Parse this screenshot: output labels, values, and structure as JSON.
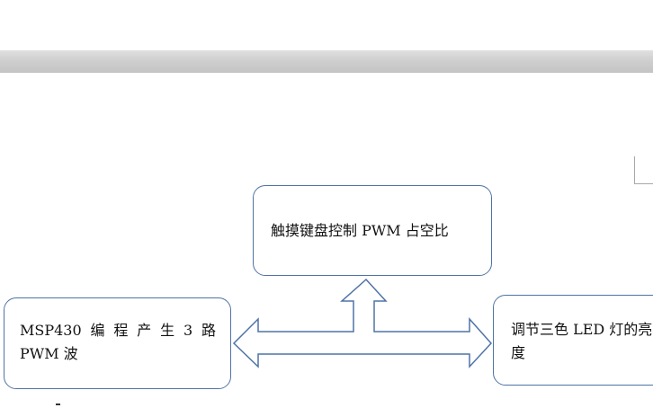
{
  "diagram": {
    "top_box": "触摸键盘控制 PWM 占空比",
    "left_box": {
      "line1_words": [
        "MSP430",
        "编",
        "程",
        "产",
        "生",
        "3",
        "路"
      ],
      "line2": "PWM 波"
    },
    "right_box": {
      "line1": "调节三色 LED 灯的亮",
      "line2": "度"
    },
    "colors": {
      "border": "#4f73a6",
      "arrow": "#4f73a6",
      "page_gap": "#cfcfcf"
    }
  }
}
